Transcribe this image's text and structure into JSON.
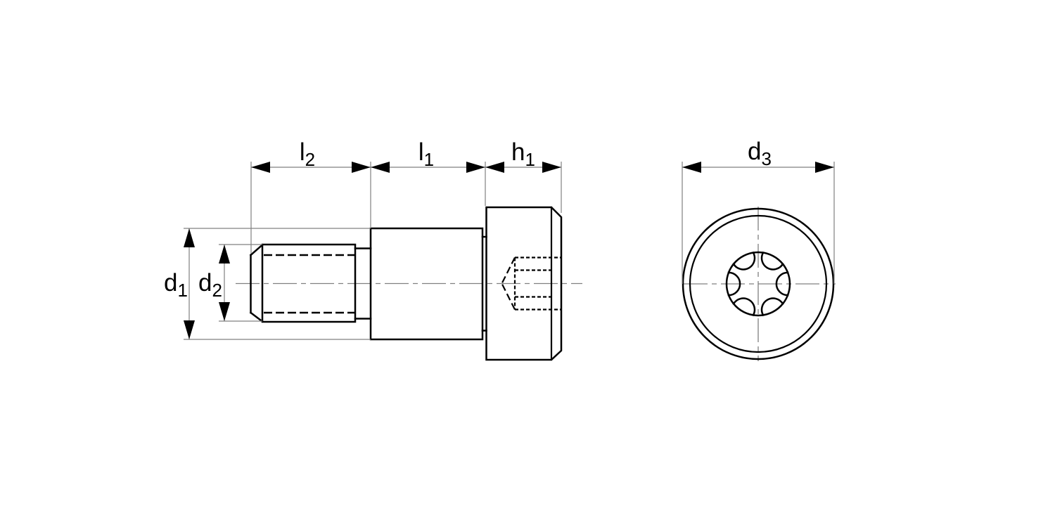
{
  "figure": {
    "type": "technical-dimension-drawing",
    "subject": "shoulder-screw-with-torx-socket",
    "views": [
      "side-view",
      "end-view"
    ],
    "labels": {
      "l2": {
        "base": "l",
        "sub": "2"
      },
      "l1": {
        "base": "l",
        "sub": "1"
      },
      "h1": {
        "base": "h",
        "sub": "1"
      },
      "d1": {
        "base": "d",
        "sub": "1"
      },
      "d2": {
        "base": "d",
        "sub": "2"
      },
      "d3": {
        "base": "d",
        "sub": "3"
      }
    },
    "colors": {
      "object_line": "#000000",
      "dimension_line": "#808080",
      "background": "#ffffff"
    }
  }
}
